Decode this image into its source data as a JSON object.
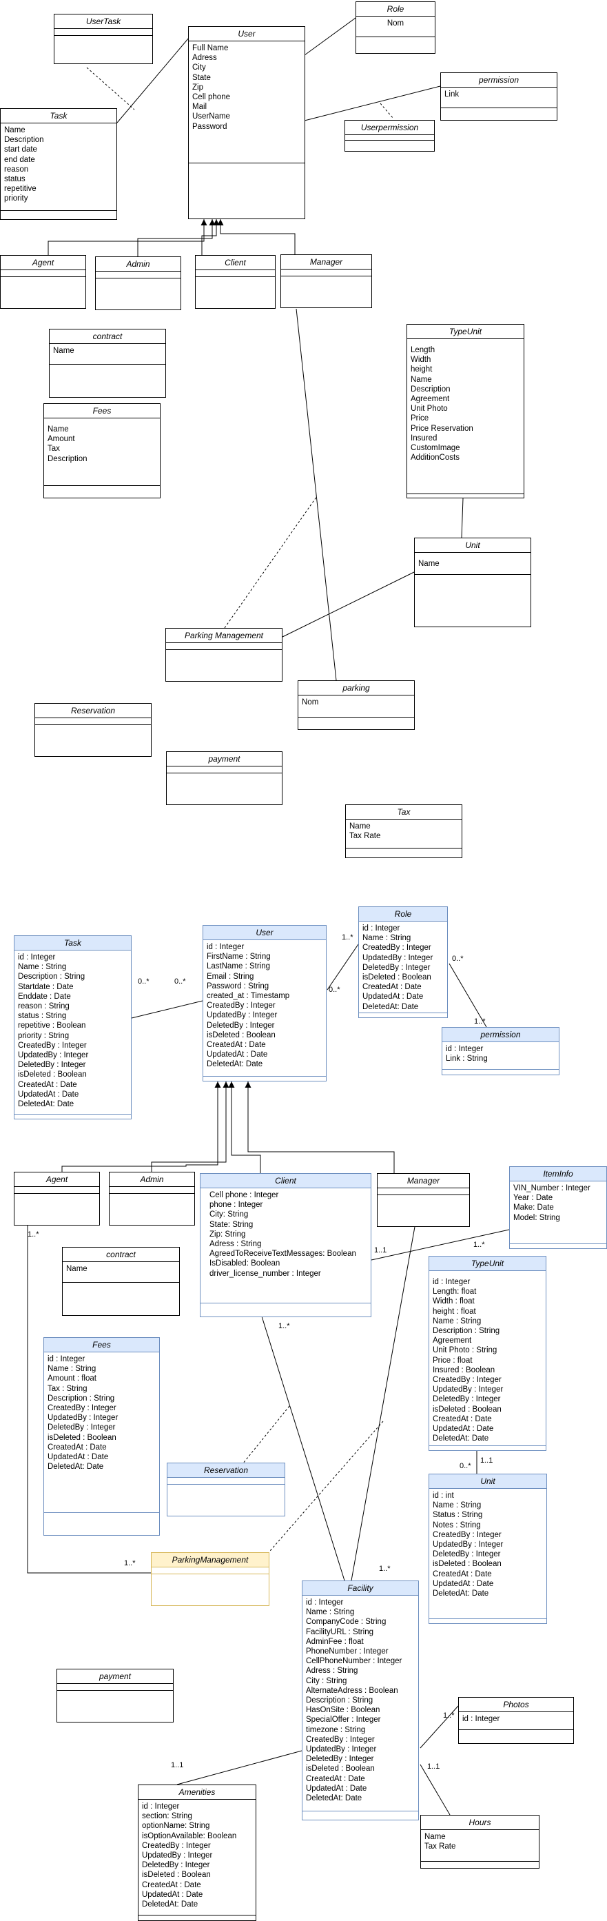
{
  "classes": [
    {
      "id": "usertask-1",
      "title": "UserTask",
      "attrs": []
    },
    {
      "id": "user-1",
      "title": "User",
      "attrs": [
        "Full Name",
        "Adress",
        "City",
        "State",
        "Zip",
        "Cell phone",
        "Mail",
        "UserName",
        "Password"
      ]
    },
    {
      "id": "role-1",
      "title": "Role",
      "attrs": [
        "Nom"
      ]
    },
    {
      "id": "permission-1",
      "title": "permission",
      "attrs": [
        "Link"
      ]
    },
    {
      "id": "userpermission-1",
      "title": "Userpermission",
      "attrs": []
    },
    {
      "id": "task-1",
      "title": "Task",
      "attrs": [
        "Name",
        "Description",
        "start date",
        "end date",
        "reason",
        "status",
        "repetitive",
        "priority"
      ]
    },
    {
      "id": "agent-1",
      "title": "Agent",
      "attrs": []
    },
    {
      "id": "admin-1",
      "title": "Admin",
      "attrs": []
    },
    {
      "id": "client-1",
      "title": "Client",
      "attrs": []
    },
    {
      "id": "manager-1",
      "title": "Manager",
      "attrs": []
    },
    {
      "id": "contract-1",
      "title": "contract",
      "attrs": [
        "Name"
      ]
    },
    {
      "id": "typeunit-1",
      "title": "TypeUnit",
      "attrs": [
        "Length",
        "Width",
        "height",
        "Name",
        "Description",
        "Agreement",
        "Unit Photo",
        "Price",
        "Price Reservation",
        "Insured",
        "CustomImage",
        "AdditionCosts"
      ]
    },
    {
      "id": "fees-1",
      "title": "Fees",
      "attrs": [
        "Name",
        "Amount",
        "Tax",
        "Description"
      ]
    },
    {
      "id": "unit-1",
      "title": "Unit",
      "attrs": [
        "Name"
      ]
    },
    {
      "id": "parking-management-1",
      "title": "Parking Management",
      "attrs": []
    },
    {
      "id": "parking-1",
      "title": "parking",
      "attrs": [
        "Nom"
      ]
    },
    {
      "id": "reservation-1",
      "title": "Reservation",
      "attrs": []
    },
    {
      "id": "payment-1",
      "title": "payment",
      "attrs": []
    },
    {
      "id": "tax-1",
      "title": "Tax",
      "attrs": [
        "Name",
        "Tax Rate"
      ]
    },
    {
      "id": "task-2",
      "title": "Task",
      "attrs": [
        "id : Integer",
        "Name : String",
        "Description : String",
        "Startdate : Date",
        "Enddate : Date",
        "reason : String",
        "status : String",
        "repetitive : Boolean",
        "priority : String",
        "CreatedBy : Integer",
        "UpdatedBy : Integer",
        "DeletedBy : Integer",
        "isDeleted : Boolean",
        "CreatedAt : Date",
        "UpdatedAt : Date",
        "DeletedAt: Date"
      ]
    },
    {
      "id": "user-2",
      "title": "User",
      "attrs": [
        "id : Integer",
        "FirstName : String",
        "LastName : String",
        "Email : String",
        "Password : String",
        "created_at : Timestamp",
        "CreatedBy : Integer",
        "UpdatedBy : Integer",
        "DeletedBy : Integer",
        "isDeleted : Boolean",
        "CreatedAt : Date",
        "UpdatedAt : Date",
        "DeletedAt: Date"
      ]
    },
    {
      "id": "role-2",
      "title": "Role",
      "attrs": [
        "id : Integer",
        "Name : String",
        "CreatedBy : Integer",
        "UpdatedBy : Integer",
        "DeletedBy : Integer",
        "isDeleted : Boolean",
        "CreatedAt : Date",
        "UpdatedAt : Date",
        "DeletedAt: Date"
      ]
    },
    {
      "id": "permission-2",
      "title": "permission",
      "attrs": [
        "id : Integer",
        "Link : String"
      ]
    },
    {
      "id": "agent-2",
      "title": "Agent",
      "attrs": []
    },
    {
      "id": "admin-2",
      "title": "Admin",
      "attrs": []
    },
    {
      "id": "client-2",
      "title": "Client",
      "attrs": [
        "Cell phone : Integer",
        "phone : Integer",
        "City: String",
        "State: String",
        "Zip: String",
        "Adress : String",
        "AgreedToReceiveTextMessages: Boolean",
        "IsDisabled: Boolean",
        "driver_license_number : Integer"
      ]
    },
    {
      "id": "manager-2",
      "title": "Manager",
      "attrs": []
    },
    {
      "id": "iteminfo-2",
      "title": "ItemInfo",
      "attrs": [
        "VIN_Number : Integer",
        "Year : Date",
        "Make: Date",
        "Model: String"
      ]
    },
    {
      "id": "contract-2",
      "title": "contract",
      "attrs": [
        "Name"
      ]
    },
    {
      "id": "typeunit-2",
      "title": "TypeUnit",
      "attrs": [
        "id : Integer",
        "Length: float",
        "Width : float",
        "height : float",
        "Name : String",
        "Description : String",
        "Agreement",
        "Unit Photo : String",
        "Price : float",
        "Insured : Boolean",
        "CreatedBy : Integer",
        "UpdatedBy : Integer",
        "DeletedBy : Integer",
        "isDeleted : Boolean",
        "CreatedAt : Date",
        "UpdatedAt : Date",
        "DeletedAt: Date"
      ]
    },
    {
      "id": "fees-2",
      "title": "Fees",
      "attrs": [
        "id : Integer",
        "Name : String",
        "Amount : float",
        "Tax : String",
        "Description : String",
        "CreatedBy : Integer",
        "UpdatedBy : Integer",
        "DeletedBy : Integer",
        "isDeleted : Boolean",
        "CreatedAt : Date",
        "UpdatedAt : Date",
        "DeletedAt: Date"
      ]
    },
    {
      "id": "reservation-2",
      "title": "Reservation",
      "attrs": []
    },
    {
      "id": "unit-2",
      "title": "Unit",
      "attrs": [
        "id : int",
        "Name : String",
        "Status : String",
        "Notes : String",
        "CreatedBy : Integer",
        "UpdatedBy : Integer",
        "DeletedBy : Integer",
        "isDeleted : Boolean",
        "CreatedAt : Date",
        "UpdatedAt : Date",
        "DeletedAt: Date"
      ]
    },
    {
      "id": "parkingmanagement-2",
      "title": "ParkingManagement",
      "attrs": []
    },
    {
      "id": "facility-2",
      "title": "Facility",
      "attrs": [
        "id : Integer",
        "Name : String",
        "CompanyCode : String",
        "FacilityURL : String",
        "AdminFee : float",
        "PhoneNumber : Integer",
        "CellPhoneNumber : Integer",
        " Adress : String",
        "City : String",
        "AlternateAdress : Boolean",
        "Description : String",
        "HasOnSite : Boolean",
        "SpecialOffer : Integer",
        "timezone : String",
        "CreatedBy : Integer",
        "UpdatedBy : Integer",
        "DeletedBy : Integer",
        "isDeleted : Boolean",
        "CreatedAt : Date",
        "UpdatedAt : Date",
        "DeletedAt: Date"
      ]
    },
    {
      "id": "payment-2",
      "title": "payment",
      "attrs": []
    },
    {
      "id": "photos-2",
      "title": "Photos",
      "attrs": [
        "id : Integer"
      ]
    },
    {
      "id": "amenities-2",
      "title": "Amenities",
      "attrs": [
        "id : Integer",
        "section: String",
        "optionName: String",
        "isOptionAvailable: Boolean",
        "CreatedBy : Integer",
        "UpdatedBy : Integer",
        "DeletedBy : Integer",
        "isDeleted : Boolean",
        "CreatedAt : Date",
        "UpdatedAt : Date",
        "DeletedAt: Date"
      ]
    },
    {
      "id": "hours-2",
      "title": "Hours",
      "attrs": [
        "Name",
        "Tax Rate"
      ]
    }
  ],
  "multiplicities": [
    {
      "id": "m1",
      "text": "0..*"
    },
    {
      "id": "m2",
      "text": "0..*"
    },
    {
      "id": "m3",
      "text": "1..*"
    },
    {
      "id": "m4",
      "text": "0..*"
    },
    {
      "id": "m5",
      "text": "0..*"
    },
    {
      "id": "m6",
      "text": "1..*"
    },
    {
      "id": "m7",
      "text": "1..*"
    },
    {
      "id": "m8",
      "text": "1..1"
    },
    {
      "id": "m9",
      "text": "1..*"
    },
    {
      "id": "m10",
      "text": "0..*"
    },
    {
      "id": "m11",
      "text": "1..1"
    },
    {
      "id": "m12",
      "text": "1..*"
    },
    {
      "id": "m13",
      "text": "1..*"
    },
    {
      "id": "m14",
      "text": "1..*"
    },
    {
      "id": "m15",
      "text": "1..*"
    },
    {
      "id": "m16",
      "text": "1..1"
    },
    {
      "id": "m17",
      "text": "1..1"
    }
  ]
}
